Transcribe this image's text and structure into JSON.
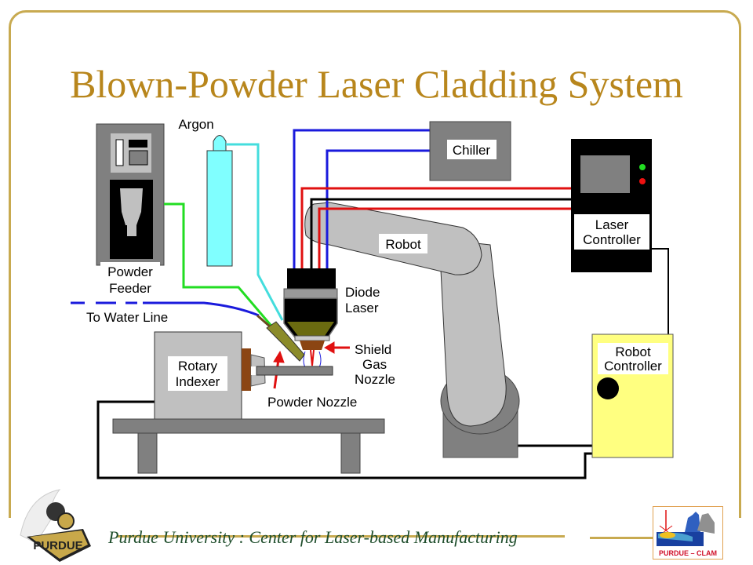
{
  "title": "Blown-Powder Laser Cladding System",
  "labels": {
    "argon": "Argon",
    "powder_feeder_1": "Powder",
    "powder_feeder_2": "Feeder",
    "water_line": "To Water Line",
    "chiller": "Chiller",
    "robot": "Robot",
    "laser_controller_1": "Laser",
    "laser_controller_2": "Controller",
    "diode_laser_1": "Diode",
    "diode_laser_2": "Laser",
    "shield_1": "Shield",
    "shield_2": "Gas",
    "shield_3": "Nozzle",
    "rotary_1": "Rotary",
    "rotary_2": "Indexer",
    "powder_nozzle": "Powder Nozzle",
    "robot_controller_1": "Robot",
    "robot_controller_2": "Controller"
  },
  "footer": {
    "text": "Purdue University :  Center for Laser-based Manufacturing",
    "logo_left": "PURDUE",
    "logo_right": "PURDUE – CLAM"
  },
  "colors": {
    "title": "#b8861c",
    "frame": "#c8aa50",
    "water": "#1a1adc",
    "power": "#e01010",
    "powder_line": "#22dd22",
    "argon_line": "#44dddd",
    "robot_controller": "#ffff80"
  }
}
